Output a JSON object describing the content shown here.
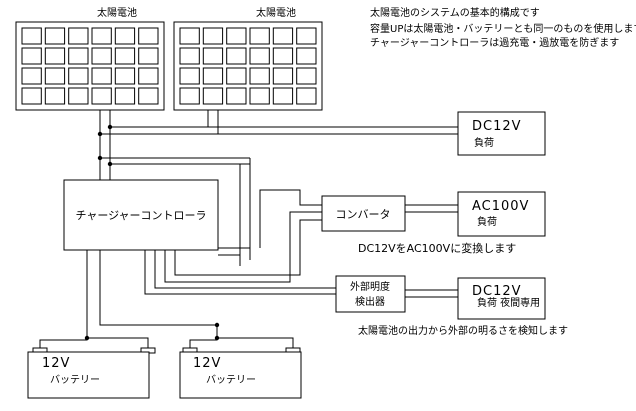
{
  "notes": [
    "太陽電池のシステムの基本的構成です",
    "容量UPは太陽電池・バッテリーとも同一のものを使用します",
    "チャージャーコントローラは過充電・過放電を防ぎます"
  ],
  "solar_panels": [
    {
      "label": "太陽電池"
    },
    {
      "label": "太陽電池"
    }
  ],
  "controller": {
    "label": "チャージャーコントローラ"
  },
  "converter": {
    "label": "コンバータ",
    "caption": "DC12VをAC100Vに変換します"
  },
  "sensor": {
    "line1": "外部明度",
    "line2": "検出器",
    "caption": "太陽電池の出力から外部の明るさを検知します"
  },
  "loads": [
    {
      "voltage": "DC12V",
      "label": "負荷"
    },
    {
      "voltage": "AC100V",
      "label": "負荷"
    },
    {
      "voltage": "DC12V",
      "label": "負荷 夜間専用"
    }
  ],
  "batteries": [
    {
      "voltage": "12V",
      "label": "バッテリー"
    },
    {
      "voltage": "12V",
      "label": "バッテリー"
    }
  ]
}
